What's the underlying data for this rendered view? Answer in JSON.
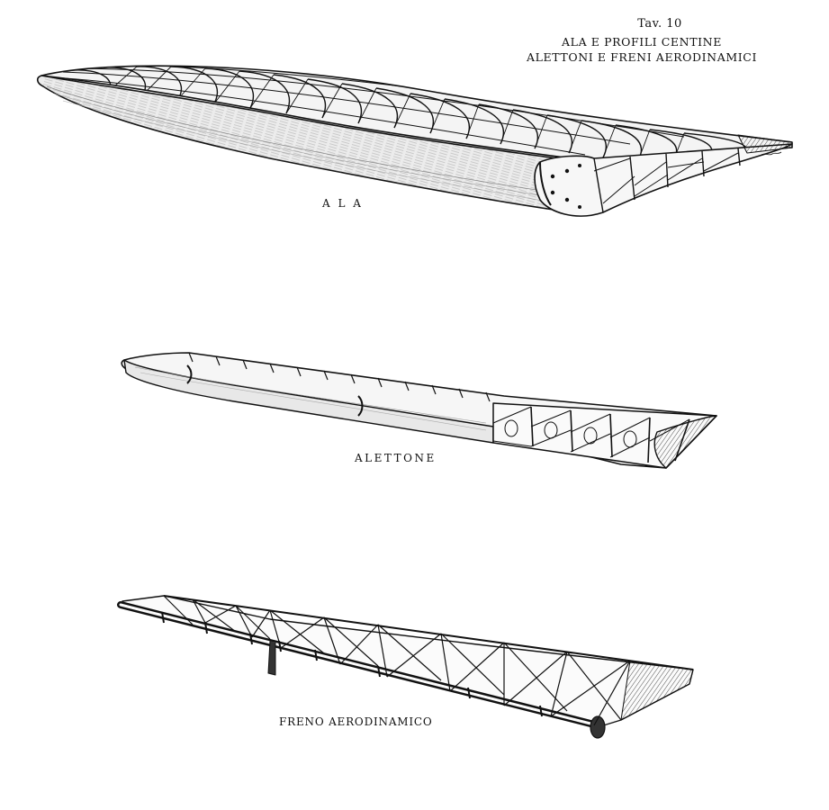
{
  "plate": {
    "number": "Tav. 10",
    "title": "ALA E PROFILI CENTINE",
    "subtitle": "ALETTONI E FRENI AERODINAMICI"
  },
  "figures": [
    {
      "id": "wing",
      "caption": "A L A"
    },
    {
      "id": "aileron",
      "caption": "ALETTONE"
    },
    {
      "id": "airbrake",
      "caption": "FRENO AERODINAMICO"
    }
  ]
}
